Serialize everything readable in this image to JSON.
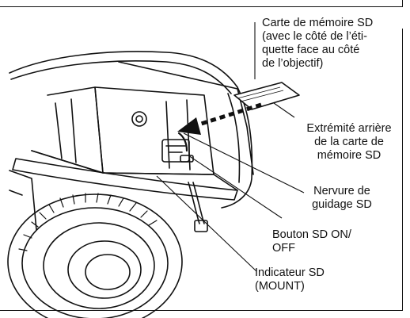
{
  "labels": {
    "sd_card": "Carte de mémoire SD\n(avec le côté de l’éti-\nquette face au côté\nde l’objectif)",
    "rear_end": "Extrémité arrière\nde la carte de\nmémoire SD",
    "guide_rib": "Nervure de\nguidage SD",
    "on_off_button": "Bouton SD ON/\nOFF",
    "indicator": "Indicateur SD\n(MOUNT)"
  },
  "colors": {
    "line": "#111111",
    "arrow_dash": "#111111"
  }
}
